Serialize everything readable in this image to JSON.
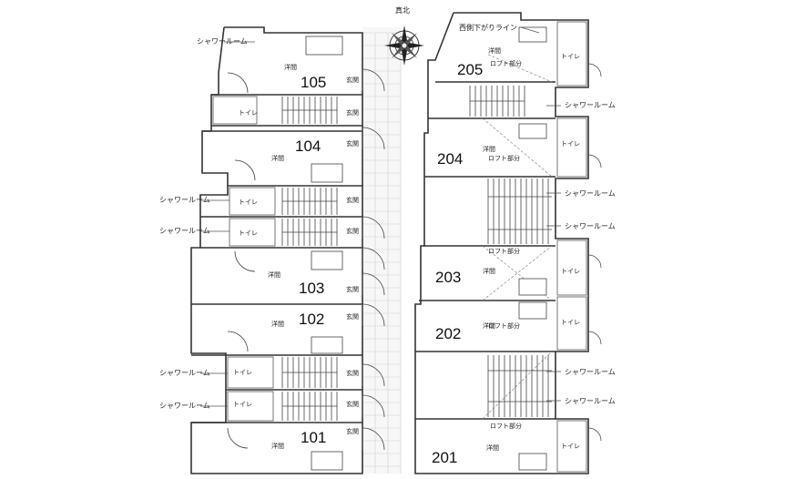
{
  "compass": {
    "label": "真北"
  },
  "ann": {
    "slope_line": "西側下がりライン"
  },
  "left_block": {
    "rooms": [
      {
        "no": "105",
        "western": "洋間",
        "entry": "玄関"
      },
      {
        "no": "104",
        "western": "洋間",
        "entry": "玄関"
      },
      {
        "no": "103",
        "western": "洋間",
        "entry": "玄関"
      },
      {
        "no": "102",
        "western": "洋間",
        "entry": "玄関"
      },
      {
        "no": "101",
        "western": "洋間",
        "entry": "玄関"
      }
    ],
    "shower": "シャワールーム",
    "toilet": "トイレ"
  },
  "right_block": {
    "rooms": [
      {
        "no": "205",
        "western": "洋間",
        "loft": "ロフト部分"
      },
      {
        "no": "204",
        "western": "洋間",
        "loft": "ロフト部分"
      },
      {
        "no": "203",
        "western": "洋間",
        "loft": "ロフト部分"
      },
      {
        "no": "202",
        "western": "洋間",
        "loft": "ロフト部分"
      },
      {
        "no": "201",
        "western": "洋間",
        "loft": "ロフト部分"
      }
    ],
    "shower": "シャワールーム",
    "toilet": "トイレ"
  }
}
